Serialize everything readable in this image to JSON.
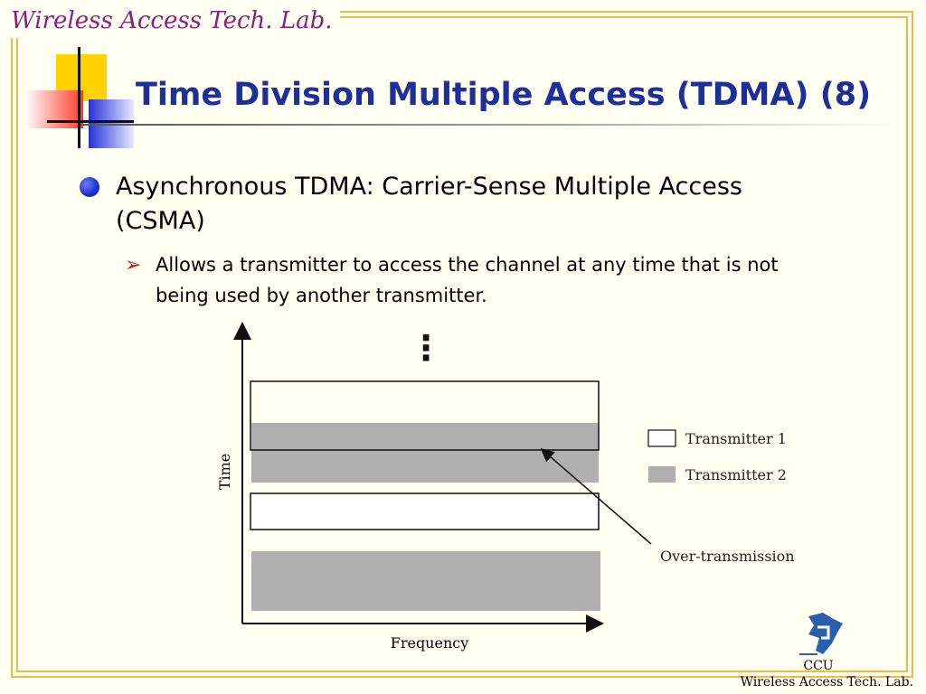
{
  "header": {
    "lab_name": "Wireless Access Tech. Lab."
  },
  "slide": {
    "title": "Time Division Multiple Access (TDMA) (8)",
    "bullets": [
      {
        "text": "Asynchronous TDMA: Carrier-Sense Multiple Access (CSMA)",
        "subbullets": [
          {
            "text": "Allows a transmitter to access the channel at any time that is not being used by another transmitter."
          }
        ]
      }
    ]
  },
  "diagram": {
    "y_axis_label": "Time",
    "x_axis_label": "Frequency",
    "continuation_mark": "⋮",
    "legend": [
      {
        "label": "Transmitter 1",
        "swatch": "#ffffff"
      },
      {
        "label": "Transmitter 2",
        "swatch": "#b0b0b0"
      }
    ],
    "annotation": "Over-transmission"
  },
  "footer": {
    "org": "CCU",
    "lab": "Wireless Access Tech. Lab."
  },
  "colors": {
    "title": "#1f2f9a",
    "header_text": "#8b2080",
    "frame": "#f0b848",
    "bullet": "#1d2ec8",
    "sub_arrow": "#d01818",
    "transmitter_2_fill": "#b0b0b0"
  },
  "icons": {
    "bullet": "circle-bullet-icon",
    "sub_bullet": "arrow-bullet-icon",
    "logo": "ccu-logo-icon"
  }
}
